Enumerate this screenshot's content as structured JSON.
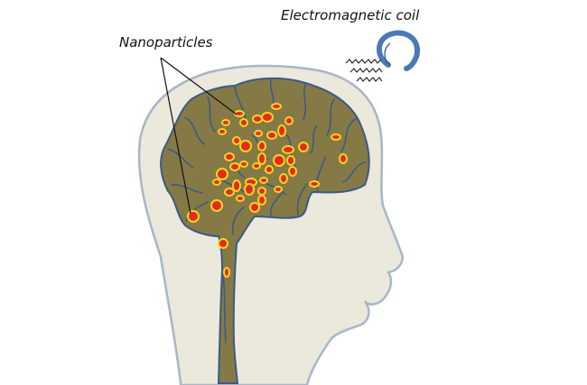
{
  "labels": {
    "coil": "Electromagnetic coil",
    "nanoparticles": "Nanoparticles"
  },
  "colors": {
    "background": "#ffffff",
    "head_fill": "#ebe8dc",
    "head_outline": "#a7b6c8",
    "brain_fill": "#857a45",
    "brain_outline": "#3c5a85",
    "nanoparticle_fill": "#e52a1f",
    "nanoparticle_ring": "#f1d61b",
    "coil": "#4a79b5",
    "field_lines": "#222222"
  },
  "icons": {
    "coil": "coil-icon",
    "field": "field-waves-icon"
  },
  "nanoparticle_count": 48
}
